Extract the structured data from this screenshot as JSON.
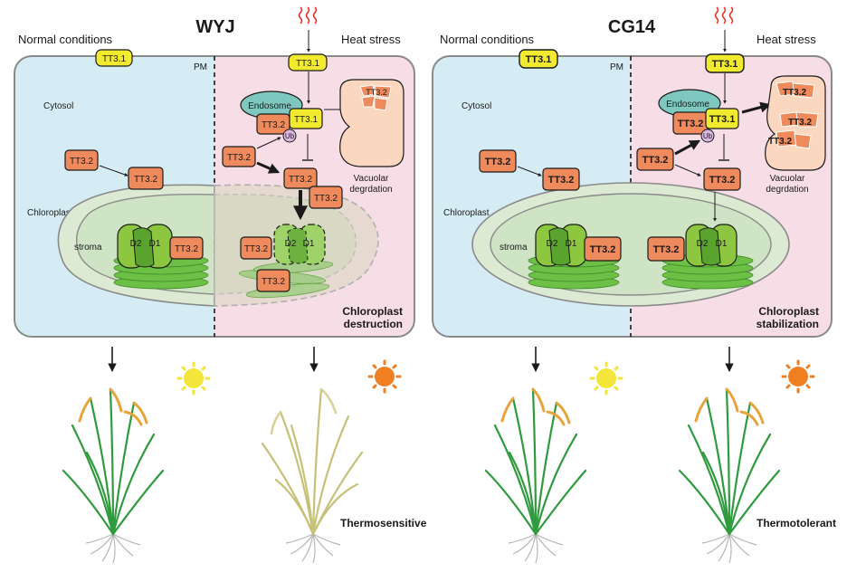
{
  "panels": [
    {
      "title": "WYJ",
      "normal_label": "Normal conditions",
      "heat_label": "Heat stress",
      "pm_label": "PM",
      "cytosol_label": "Cytosol",
      "chloroplast_label": "Chloroplast",
      "stroma_label": "stroma",
      "endosome_label": "Endosome",
      "ub_label": "Ub",
      "tt31_label": "TT3.1",
      "tt32_label": "TT3.2",
      "d1_label": "D1",
      "d2_label": "D2",
      "vacuolar_line1": "Vacuolar",
      "vacuolar_line2": "degrdation",
      "outcome_line1": "Chloroplast",
      "outcome_line2": "destruction",
      "plant_label": "Thermosensitive"
    },
    {
      "title": "CG14",
      "normal_label": "Normal conditions",
      "heat_label": "Heat stress",
      "pm_label": "PM",
      "cytosol_label": "Cytosol",
      "chloroplast_label": "Chloroplast",
      "stroma_label": "stroma",
      "endosome_label": "Endosome",
      "ub_label": "Ub",
      "tt31_label": "TT3.1",
      "tt32_label": "TT3.2",
      "d1_label": "D1",
      "d2_label": "D2",
      "vacuolar_line1": "Vacuolar",
      "vacuolar_line2": "degrdation",
      "outcome_line1": "Chloroplast",
      "outcome_line2": "stabilization",
      "plant_label": "Thermotolerant"
    }
  ],
  "colors": {
    "cytosol_bg": "#d6ecf5",
    "heat_bg": "#f7dde6",
    "tt31": "#f2ea2e",
    "tt32": "#ee8a5c",
    "endosome": "#7fc8c0",
    "vacuole": "#fbd7bf",
    "chloroplast": "#dcead3",
    "thylakoid": "#6cc045",
    "psii": "#8dc63f",
    "ub": "#d9b8e0",
    "sun_normal": "#f4e53a",
    "sun_heat": "#f07f22",
    "heat_arrows": "#e8332a"
  }
}
